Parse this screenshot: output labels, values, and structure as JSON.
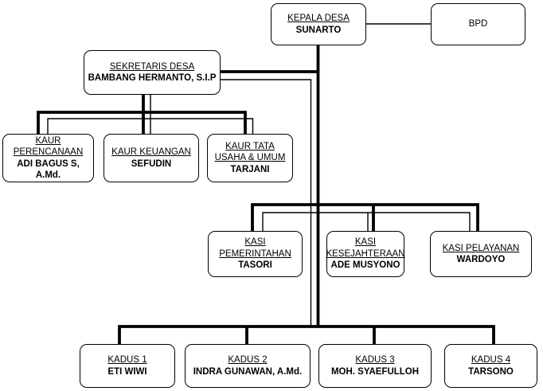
{
  "diagram": {
    "type": "org-chart",
    "background": "#ffffff",
    "line_color": "#000000",
    "box_fill": "#ffffff",
    "box_border_color": "#000000",
    "text_color": "#000000"
  },
  "nodes": {
    "kepala_desa": {
      "title": "KEPALA DESA",
      "name": "SUNARTO"
    },
    "bpd": {
      "title": "BPD",
      "name": ""
    },
    "sekretaris_desa": {
      "title": "SEKRETARIS DESA",
      "name": "BAMBANG HERMANTO, S.I.P"
    },
    "kaur_perencanaan": {
      "title": "KAUR\nPERENCANAAN",
      "name": "ADI BAGUS S, A.Md."
    },
    "kaur_keuangan": {
      "title": "KAUR KEUANGAN",
      "name": "SEFUDIN"
    },
    "kaur_tata_usaha": {
      "title": "KAUR TATA\nUSAHA & UMUM",
      "name": "TARJANI"
    },
    "kasi_pemerintahan": {
      "title": "KASI\nPEMERINTAHAN",
      "name": "TASORI"
    },
    "kasi_kesejahteraan": {
      "title": "KASI\nKESEJAHTERAAN",
      "name": "ADE MUSYONO"
    },
    "kasi_pelayanan": {
      "title": "KASI PELAYANAN",
      "name": "WARDOYO"
    },
    "kadus_1": {
      "title": "KADUS 1",
      "name": "ETI WIWI"
    },
    "kadus_2": {
      "title": "KADUS 2",
      "name": "INDRA GUNAWAN, A.Md."
    },
    "kadus_3": {
      "title": "KADUS 3",
      "name": "MOH. SYAEFULLOH"
    },
    "kadus_4": {
      "title": "KADUS 4",
      "name": "TARSONO"
    }
  },
  "edges": [
    {
      "from": "kepala_desa",
      "to": "bpd",
      "style": "thin-lateral"
    },
    {
      "from": "kepala_desa",
      "to": "sekretaris_desa",
      "style": "thick"
    },
    {
      "from": "sekretaris_desa",
      "to": "kaur_perencanaan",
      "style": "thick+thin"
    },
    {
      "from": "sekretaris_desa",
      "to": "kaur_keuangan",
      "style": "thick+thin"
    },
    {
      "from": "sekretaris_desa",
      "to": "kaur_tata_usaha",
      "style": "thick+thin"
    },
    {
      "from": "kepala_desa",
      "to": "kasi_pemerintahan",
      "style": "thick"
    },
    {
      "from": "kepala_desa",
      "to": "kasi_kesejahteraan",
      "style": "thick"
    },
    {
      "from": "kepala_desa",
      "to": "kasi_pelayanan",
      "style": "thick"
    },
    {
      "from": "sekretaris_desa",
      "to": "kasi_pemerintahan",
      "style": "thin"
    },
    {
      "from": "sekretaris_desa",
      "to": "kasi_kesejahteraan",
      "style": "thin"
    },
    {
      "from": "sekretaris_desa",
      "to": "kasi_pelayanan",
      "style": "thin"
    },
    {
      "from": "kepala_desa",
      "to": "kadus_1",
      "style": "thick"
    },
    {
      "from": "kepala_desa",
      "to": "kadus_2",
      "style": "thick"
    },
    {
      "from": "kepala_desa",
      "to": "kadus_3",
      "style": "thick"
    },
    {
      "from": "kepala_desa",
      "to": "kadus_4",
      "style": "thick"
    }
  ]
}
